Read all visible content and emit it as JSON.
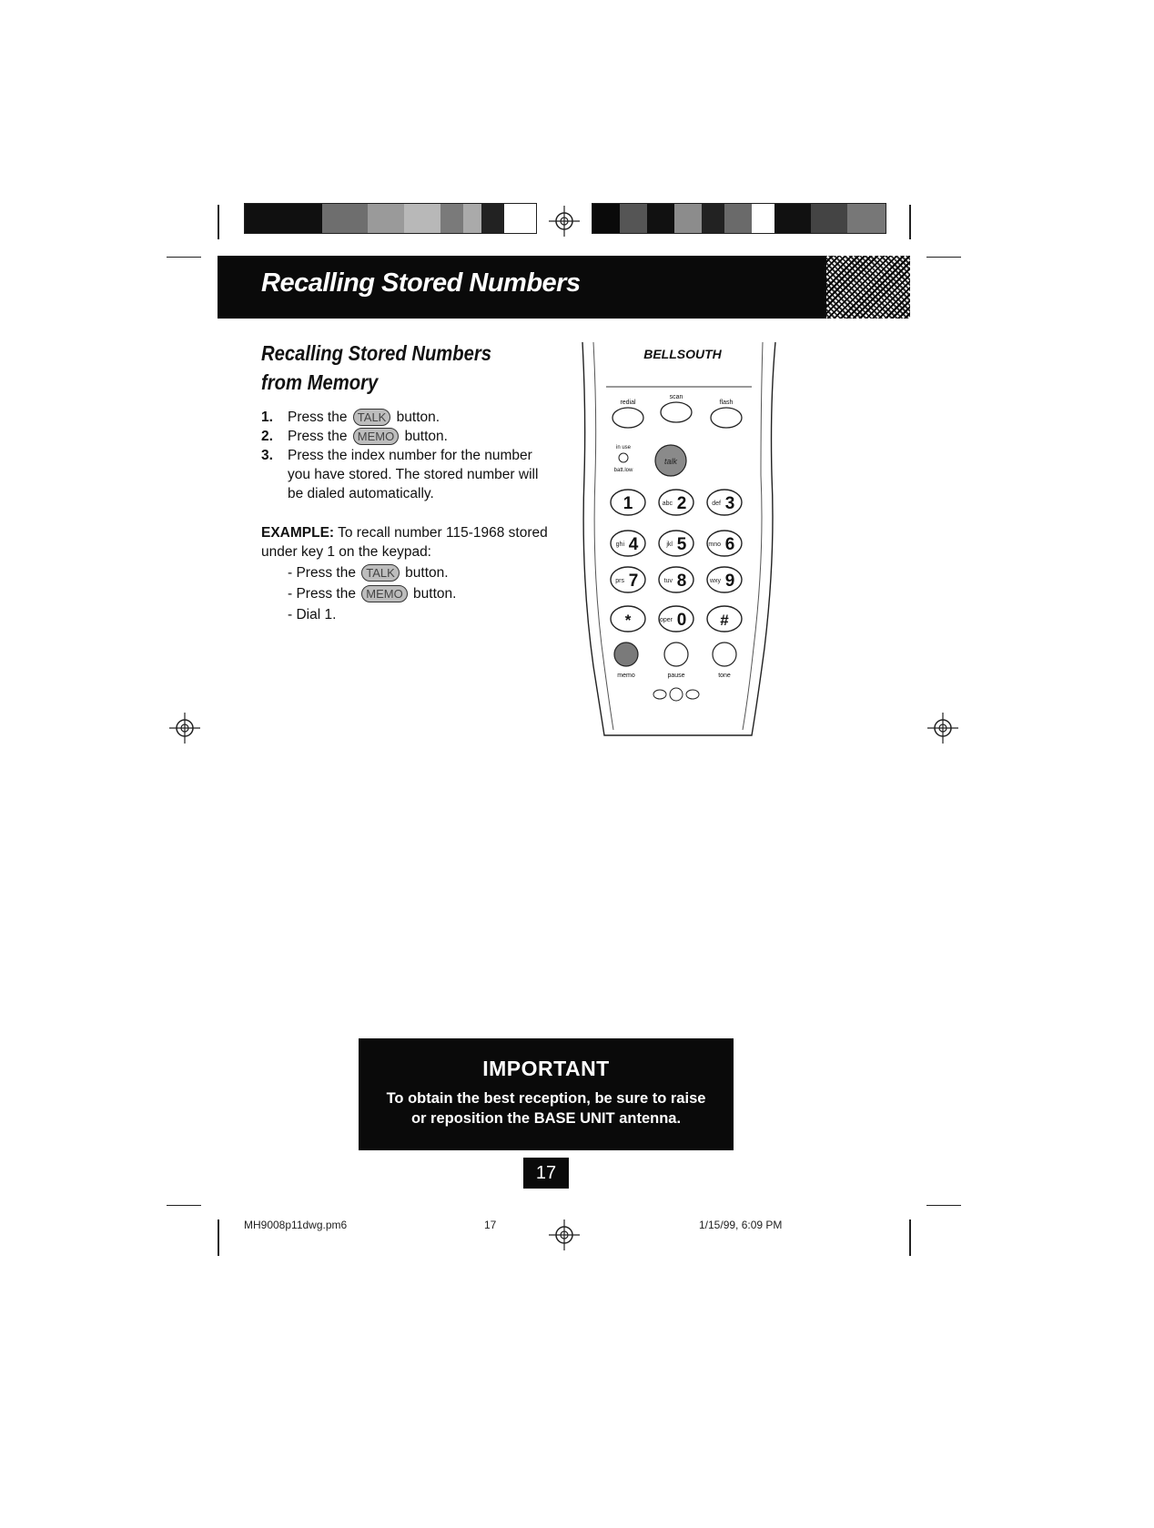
{
  "header": {
    "title": "Recalling Stored Numbers"
  },
  "section": {
    "heading_line1": "Recalling Stored Numbers",
    "heading_line2": "from Memory"
  },
  "steps": [
    {
      "num": "1.",
      "before": "Press the",
      "key": "TALK",
      "after": "button."
    },
    {
      "num": "2.",
      "before": "Press the",
      "key": "MEMO",
      "after": "button."
    },
    {
      "num": "3.",
      "text": "Press the index number for the number you have stored. The stored number will be dialed automatically."
    }
  ],
  "example": {
    "label": "EXAMPLE:",
    "text": "To recall number 115-1968 stored under key 1 on the keypad:",
    "lines": [
      {
        "before": "- Press the",
        "key": "TALK",
        "after": "button."
      },
      {
        "before": "- Press the",
        "key": "MEMO",
        "after": "button."
      },
      {
        "text": "- Dial 1."
      }
    ]
  },
  "phone": {
    "brand": "BELLSOUTH",
    "top_labels": {
      "left": "redial",
      "center": "scan",
      "right": "flash"
    },
    "in_use_label": "in use",
    "batt_label": "batt.low",
    "talk_label": "talk",
    "keys": [
      {
        "digit": "1",
        "letters": ""
      },
      {
        "digit": "2",
        "letters": "abc"
      },
      {
        "digit": "3",
        "letters": "def"
      },
      {
        "digit": "4",
        "letters": "ghi"
      },
      {
        "digit": "5",
        "letters": "jkl"
      },
      {
        "digit": "6",
        "letters": "mno"
      },
      {
        "digit": "7",
        "letters": "prs"
      },
      {
        "digit": "8",
        "letters": "tuv"
      },
      {
        "digit": "9",
        "letters": "wxy"
      },
      {
        "digit": "*",
        "letters": ""
      },
      {
        "digit": "0",
        "letters": "oper"
      },
      {
        "digit": "#",
        "letters": ""
      }
    ],
    "bottom_labels": {
      "left": "memo",
      "center": "pause",
      "right": "tone"
    }
  },
  "important": {
    "heading": "IMPORTANT",
    "line1": "To obtain the best reception, be sure to raise",
    "line2": "or reposition the BASE UNIT antenna."
  },
  "page_number": "17",
  "footer": {
    "file": "MH9008p11dwg.pm6",
    "page": "17",
    "date": "1/15/99, 6:09 PM"
  }
}
